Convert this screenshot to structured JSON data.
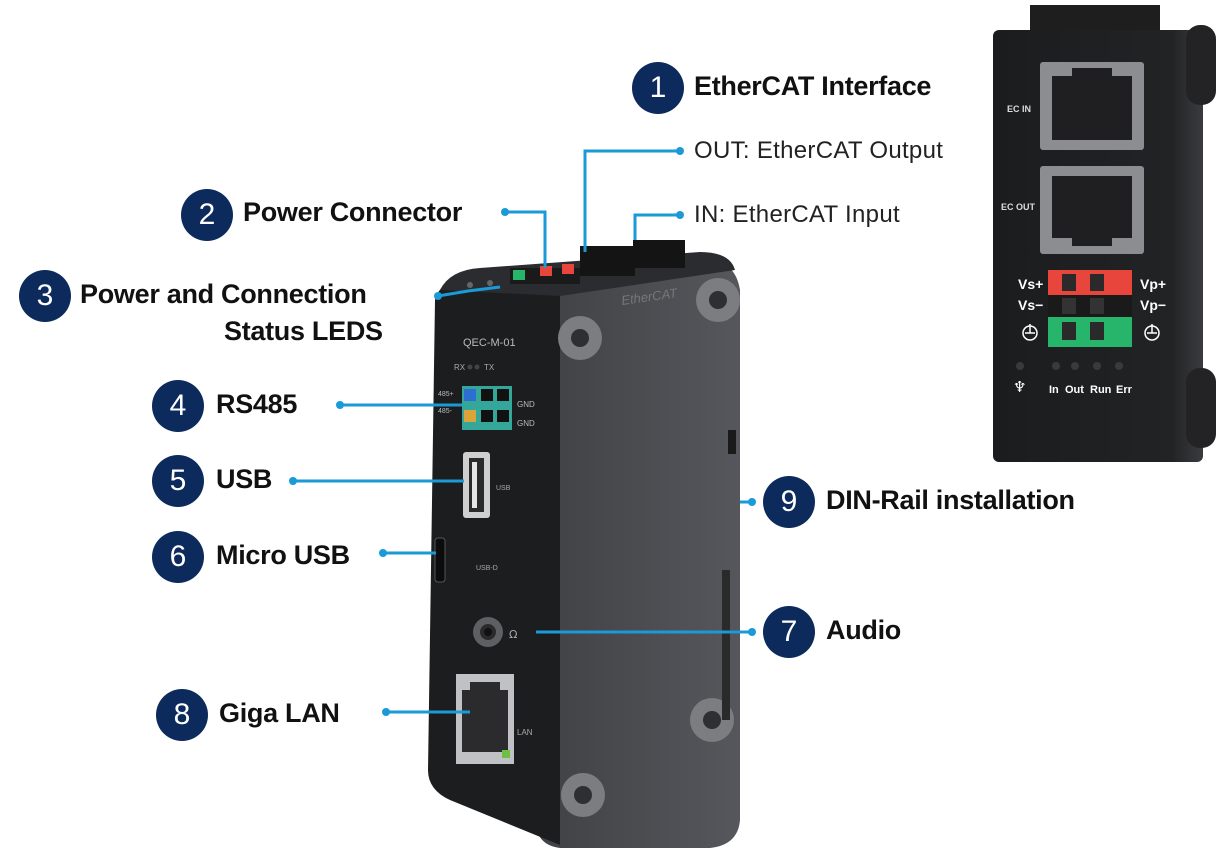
{
  "callouts": [
    {
      "number": "1",
      "label": "EtherCAT Interface"
    },
    {
      "number": "2",
      "label": "Power Connector"
    },
    {
      "number": "3",
      "label": "Power and Connection",
      "label2": "Status LEDS"
    },
    {
      "number": "4",
      "label": "RS485"
    },
    {
      "number": "5",
      "label": "USB"
    },
    {
      "number": "6",
      "label": "Micro USB"
    },
    {
      "number": "7",
      "label": "Audio"
    },
    {
      "number": "8",
      "label": "Giga LAN"
    },
    {
      "number": "9",
      "label": "DIN-Rail installation"
    }
  ],
  "sub_labels": {
    "out": "OUT: EtherCAT Output",
    "in": "IN: EtherCAT Input"
  },
  "device": {
    "model": "QEC-M-01",
    "brand": "EtherCAT",
    "rx": "RX",
    "tx": "TX",
    "rs485_plus": "485+",
    "rs485_minus": "485-",
    "gnd1": "GND",
    "gnd2": "GND",
    "usb": "USB",
    "usb_d": "USB-D",
    "lan": "LAN"
  },
  "inset": {
    "ec_in": "EC IN",
    "ec_out": "EC OUT",
    "vs_plus": "Vs+",
    "vs_minus": "Vs−",
    "vp_plus": "Vp+",
    "vp_minus": "Vp−",
    "led_in": "In",
    "led_out": "Out",
    "led_run": "Run",
    "led_err": "Err"
  },
  "colors": {
    "badge": "#0d2a5c",
    "leader": "#1a9ad6",
    "device_body": "#4a4c50",
    "device_front": "#1c1d1f",
    "power_red": "#e8453c",
    "power_green": "#27b56b"
  }
}
